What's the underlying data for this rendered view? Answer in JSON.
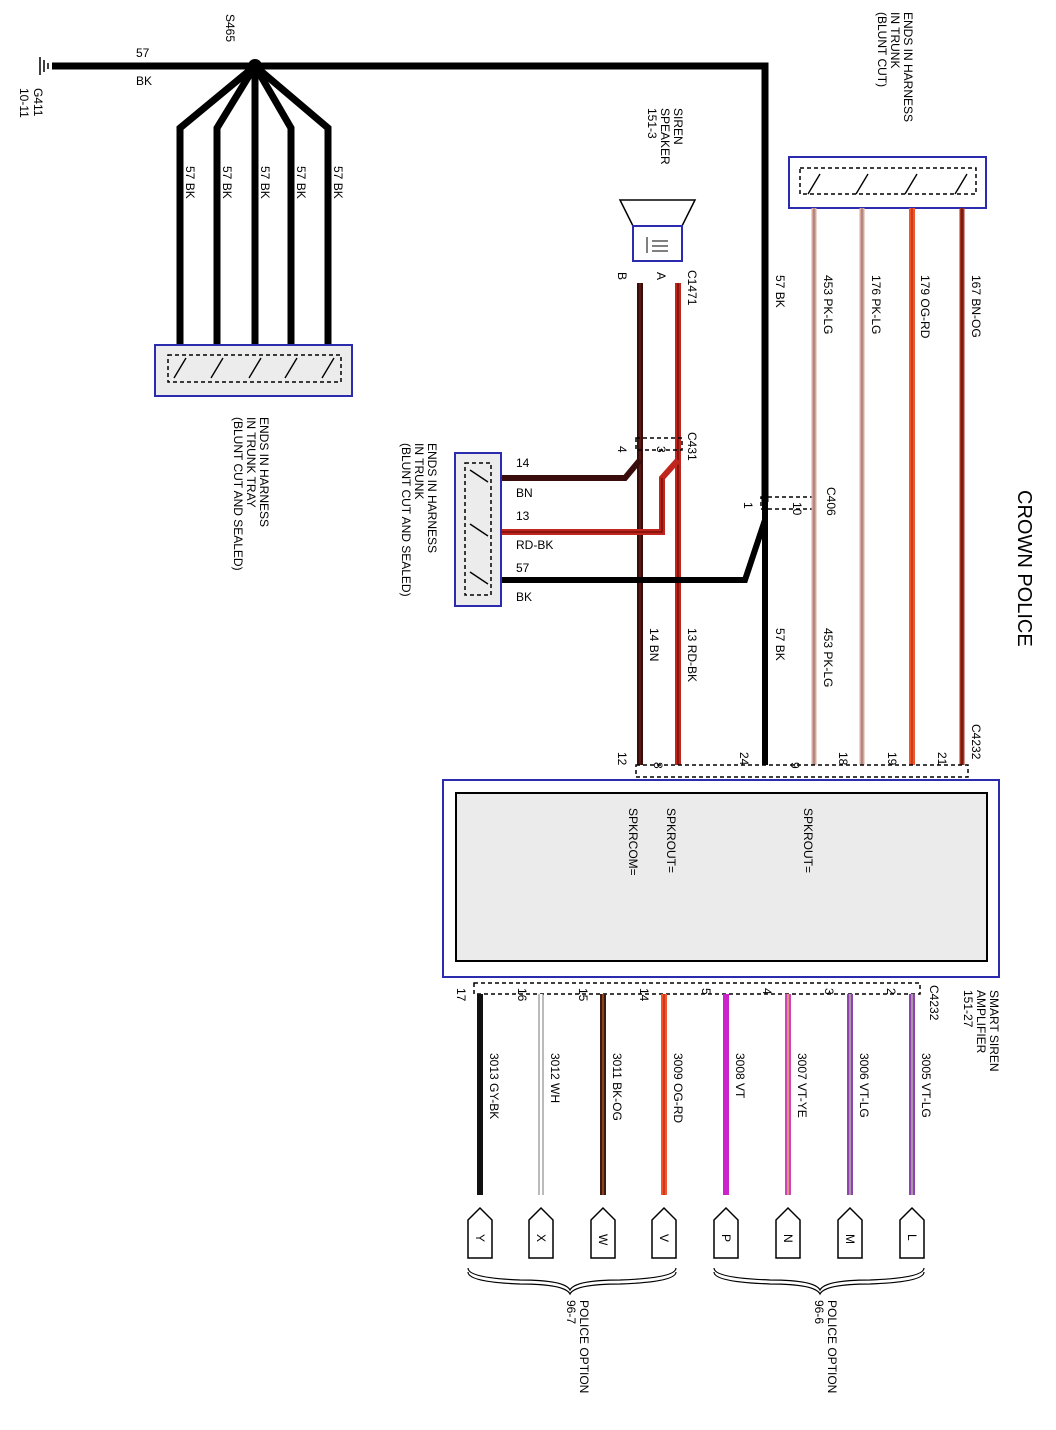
{
  "title": "CROWN POLICE",
  "ground": {
    "name": "G411",
    "ref": "10-11"
  },
  "splice": "S465",
  "main_wire": {
    "circuit": "57",
    "color": "BK"
  },
  "trunk_tray_branches": [
    {
      "circuit": "57",
      "color": "BK"
    },
    {
      "circuit": "57",
      "color": "BK"
    },
    {
      "circuit": "57",
      "color": "BK"
    },
    {
      "circuit": "57",
      "color": "BK"
    },
    {
      "circuit": "57",
      "color": "BK"
    }
  ],
  "harness_trunk_tray": [
    "ENDS IN HARNESS",
    "IN TRUNK TRAY",
    "(BLUNT CUT AND SEALED)"
  ],
  "harness_trunk_top": [
    "ENDS IN HARNESS",
    "IN TRUNK",
    "(BLUNT CUT)"
  ],
  "harness_trunk_left": [
    "ENDS IN HARNESS",
    "IN TRUNK",
    "(BLUNT CUT AND SEALED)"
  ],
  "speaker": {
    "name": "SIREN",
    "name2": "SPEAKER",
    "ref": "151-3",
    "connector": "C1471",
    "pin_a": "A",
    "pin_b": "B"
  },
  "connector_c431": {
    "name": "C431",
    "pin_3": "3",
    "pin_4": "4"
  },
  "connector_c406": {
    "name": "C406",
    "pin_1": "1",
    "pin_10": "10"
  },
  "top_wires": [
    {
      "circuit": "453",
      "color": "PK-LG",
      "hex": "#d9a79a"
    },
    {
      "circuit": "176",
      "color": "PK-LG",
      "hex": "#d9a79a"
    },
    {
      "circuit": "179",
      "color": "OG-RD",
      "hex": "#f2552a"
    },
    {
      "circuit": "167",
      "color": "BN-OG",
      "hex": "#a5321f"
    }
  ],
  "trunk_left_wires": [
    {
      "circuit": "14",
      "color": "BN"
    },
    {
      "circuit": "13",
      "color": "RD-BK"
    },
    {
      "circuit": "57",
      "color": "BK"
    }
  ],
  "lower_labels": [
    {
      "circuit": "14",
      "color": "BN"
    },
    {
      "circuit": "13",
      "color": "RD-BK"
    },
    {
      "circuit": "57",
      "color": "BK"
    },
    {
      "circuit": "453",
      "color": "PK-LG"
    }
  ],
  "amp_top_connector": "C4232",
  "amp_top_pins": [
    "12",
    "8",
    "24",
    "9",
    "18",
    "19",
    "21"
  ],
  "amp_terms": [
    "SPKRCOM=",
    "SPKROUT=",
    "SPKROUT="
  ],
  "amplifier": {
    "name": "SMART SIREN",
    "name2": "AMPLIFIER",
    "ref": "151-27",
    "connector": "C4232"
  },
  "amp_bottom_pins": [
    "17",
    "16",
    "15",
    "14",
    "5",
    "4",
    "3",
    "2"
  ],
  "bottom_wires": [
    {
      "circuit": "3013",
      "color": "GY-BK",
      "terminal": "Y",
      "hex": "#111111"
    },
    {
      "circuit": "3012",
      "color": "WH",
      "terminal": "X",
      "hex": "#ffffff"
    },
    {
      "circuit": "3011",
      "color": "BK-OG",
      "terminal": "W",
      "hex": "#3a1a14"
    },
    {
      "circuit": "3009",
      "color": "OG-RD",
      "terminal": "V",
      "hex": "#f2552a"
    },
    {
      "circuit": "3008",
      "color": "VT",
      "terminal": "P",
      "hex": "#cc22cc"
    },
    {
      "circuit": "3007",
      "color": "VT-YE",
      "terminal": "N",
      "hex": "#cc44bb"
    },
    {
      "circuit": "3006",
      "color": "VT-LG",
      "terminal": "M",
      "hex": "#8e44ad"
    },
    {
      "circuit": "3005",
      "color": "VT-LG",
      "terminal": "L",
      "hex": "#8e44ad"
    }
  ],
  "option_left": {
    "name": "POLICE OPTION",
    "ref": "96-7"
  },
  "option_right": {
    "name": "POLICE OPTION",
    "ref": "96-6"
  },
  "colors": {
    "bk": "#000000",
    "bn": "#3a0d0d",
    "rd_bk": "#c0261e",
    "box_border": "#2b2bb0"
  }
}
